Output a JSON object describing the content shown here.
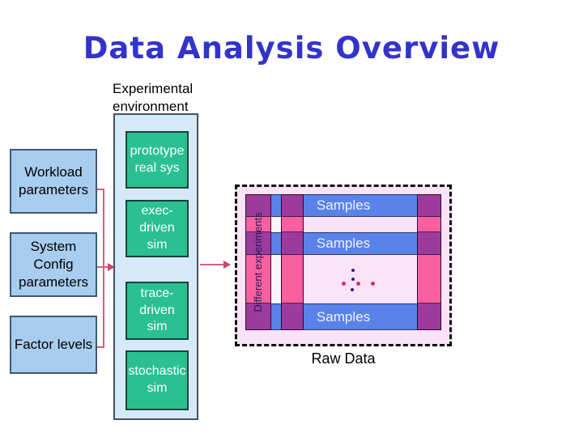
{
  "slide_title": "Data Analysis Overview",
  "labels": {
    "experimental_environment": "Experimental environment",
    "raw_data_caption": "Raw Data"
  },
  "left_boxes": [
    {
      "label": "Workload parameters"
    },
    {
      "label": "System Config parameters"
    },
    {
      "label": "Factor levels"
    }
  ],
  "environment_boxes": [
    {
      "label": "prototype real sys"
    },
    {
      "label": "exec-driven sim"
    },
    {
      "label": "trace-driven sim"
    },
    {
      "label": "stochastic sim"
    }
  ],
  "raw_data_table": {
    "row_labels": [
      "Samples",
      "Samples",
      "Samples"
    ],
    "axis_label": "Different experiments"
  },
  "colors": {
    "title_accent": "#3333cc",
    "left_box_fill": "#a8cdee",
    "environment_column_fill": "#d6e9f8",
    "simulator_box_fill": "#2ac092",
    "connector": "#d65f80",
    "raw_data_background": "#fbe3f7",
    "samples_row_blue": "#5b82e8",
    "intersection_purple": "#9c3b9c",
    "experiment_column_pink": "#fa5f9f"
  }
}
